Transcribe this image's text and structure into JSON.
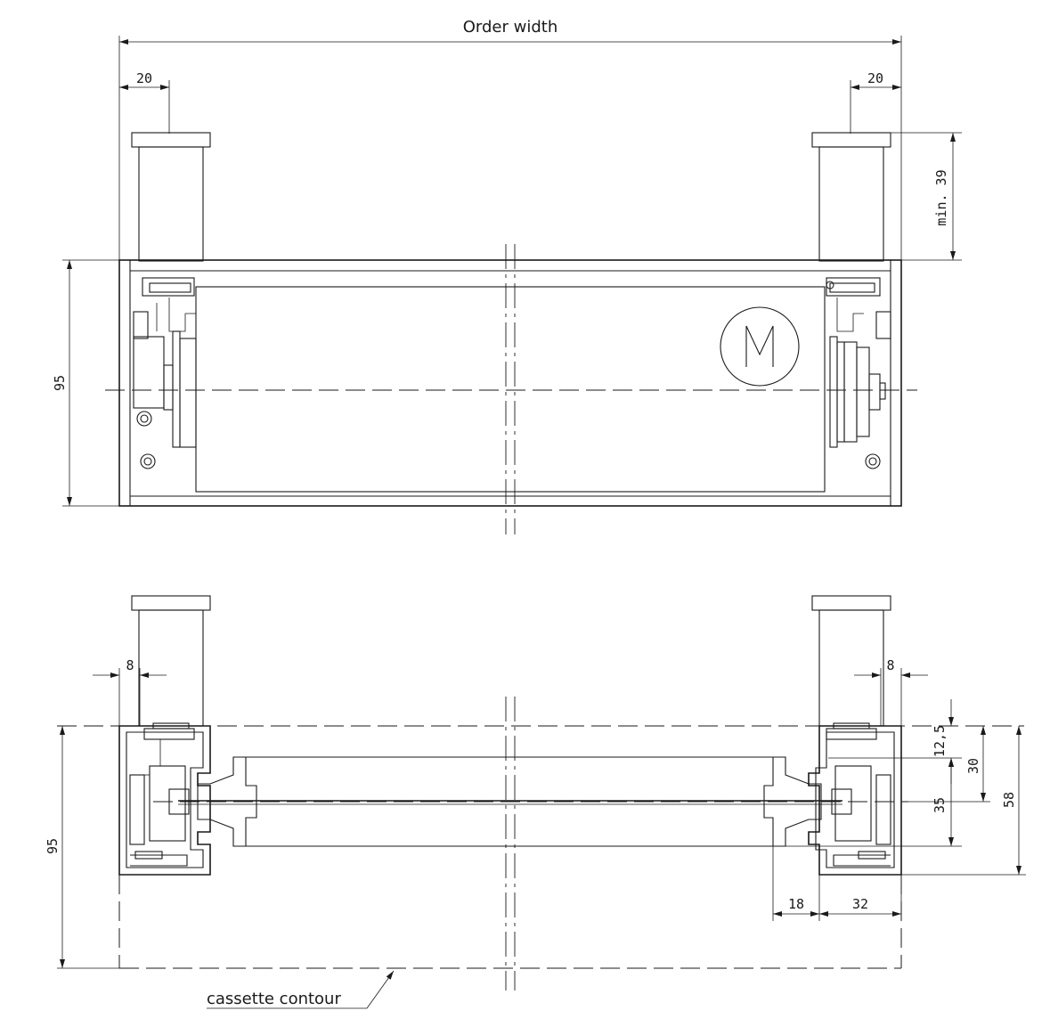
{
  "labels": {
    "order_width": "Order width",
    "cassette_contour": "cassette contour",
    "motor_symbol": "M"
  },
  "dimensions": {
    "top_left_20": "20",
    "top_right_20": "20",
    "min_39": "min. 39",
    "top_height_95": "95",
    "bottom_left_8": "8",
    "bottom_right_8": "8",
    "d_12_5": "12,5",
    "d_30": "30",
    "d_35": "35",
    "d_58": "58",
    "bottom_height_95": "95",
    "d_18": "18",
    "d_32": "32"
  }
}
